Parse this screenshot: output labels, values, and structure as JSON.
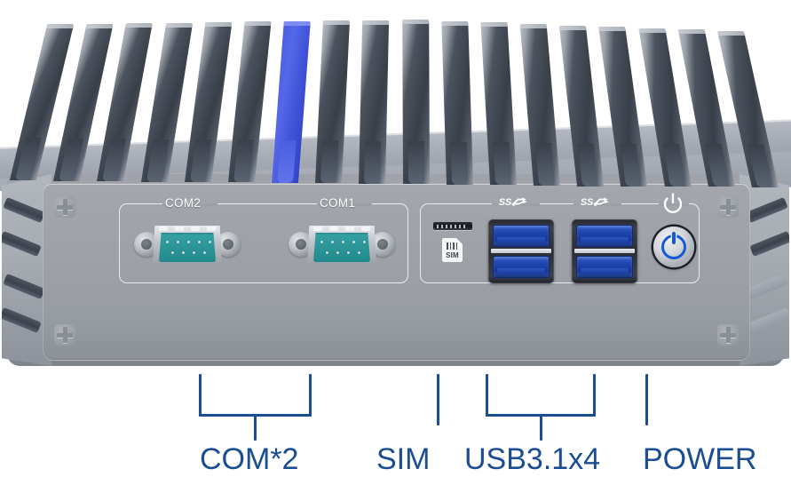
{
  "product": {
    "view": "front-panel",
    "chassis_color": "#9ea2a8",
    "accent_color": "#1b4d93",
    "highlight_fin_color": "#4a5ee0",
    "usb_port_color": "#1f46ae",
    "com_port_color": "#2c9699"
  },
  "ports": {
    "com_group": {
      "label_left": "COM2",
      "label_right": "COM1",
      "count": 2
    },
    "io_group": {
      "usb_label_left": "SS",
      "usb_label_right": "SS",
      "usb_icon": "superspeed-usb-icon",
      "power_icon": "power-symbol-icon",
      "sim_icon_text": "SIM",
      "sim_icon_name": "sim-card-icon",
      "usb_stack_count": 2,
      "usb_total": 4
    }
  },
  "callouts": [
    {
      "id": "com",
      "label": "COM*2",
      "type": "bracket"
    },
    {
      "id": "sim",
      "label": "SIM",
      "type": "line"
    },
    {
      "id": "usb",
      "label": "USB3.1x4",
      "type": "bracket"
    },
    {
      "id": "power",
      "label": "POWER",
      "type": "line"
    }
  ]
}
